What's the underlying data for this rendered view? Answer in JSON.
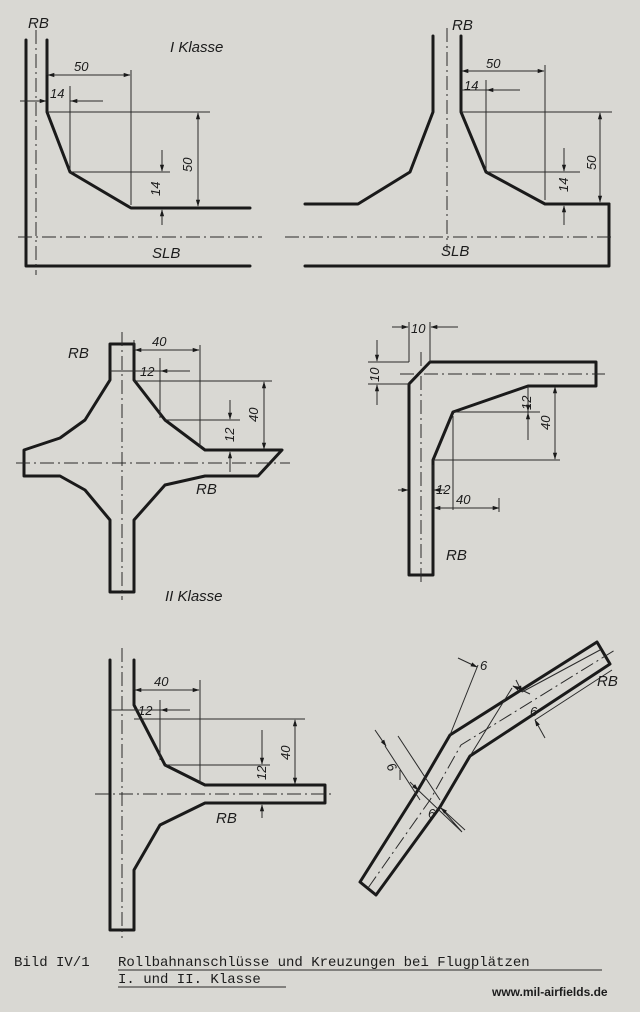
{
  "labels": {
    "rb": "RB",
    "slb": "SLB",
    "klasse1": "I Klasse",
    "klasse2": "II Klasse"
  },
  "dims": {
    "d50": "50",
    "d40": "40",
    "d14": "14",
    "d12": "12",
    "d10": "10",
    "d6": "6"
  },
  "caption": {
    "prefix": "Bild IV/1",
    "line1": "Rollbahnanschlüsse und Kreuzungen bei Flugplätzen",
    "line2": "I. und II. Klasse"
  },
  "watermark": "www.mil-airfields.de",
  "colors": {
    "paper": "#d9d8d3",
    "ink": "#1a1a1a"
  }
}
